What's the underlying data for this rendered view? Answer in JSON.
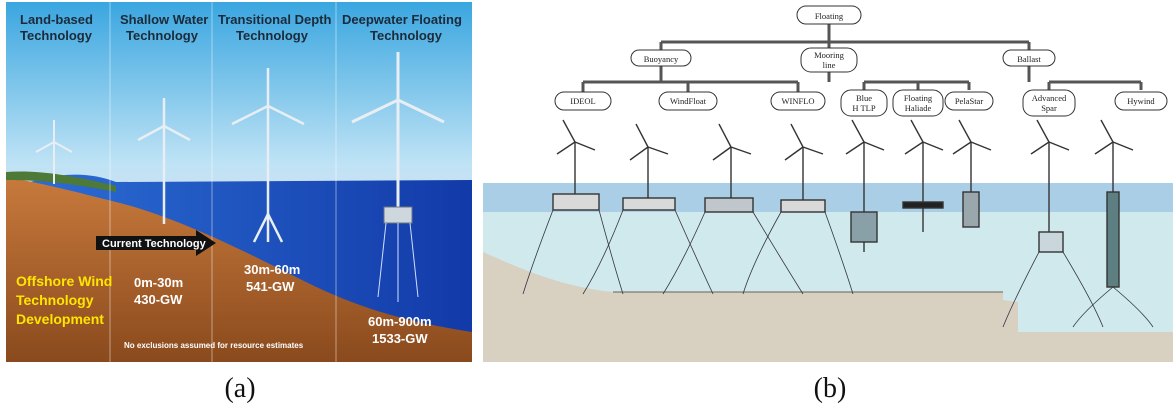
{
  "panel_a": {
    "headers": [
      [
        "Land-based",
        "Technology"
      ],
      [
        "Shallow Water",
        "Technology"
      ],
      [
        "Transitional Depth",
        "Technology"
      ],
      [
        "Deepwater Floating",
        "Technology"
      ]
    ],
    "current_technology": "Current Technology",
    "offshore_title": [
      "Offshore Wind",
      "Technology",
      "Development"
    ],
    "shallow_stats": [
      "0m-30m",
      "430-GW"
    ],
    "transitional_stats": [
      "30m-60m",
      "541-GW"
    ],
    "deep_stats": [
      "60m-900m",
      "1533-GW"
    ],
    "note": "No exclusions assumed for resource estimates"
  },
  "panel_b": {
    "root": "Floating",
    "categories": [
      {
        "label": [
          "Buoyancy"
        ],
        "children": [
          [
            "IDEOL"
          ],
          [
            "WindFloat"
          ],
          [
            "WINFLO"
          ]
        ]
      },
      {
        "label": [
          "Mooring",
          "line"
        ],
        "children": [
          [
            "Blue",
            "H TLP"
          ],
          [
            "Floating",
            "Haliade"
          ],
          [
            "PelaStar"
          ]
        ]
      },
      {
        "label": [
          "Ballast"
        ],
        "children": [
          [
            "Advanced",
            "Spar"
          ],
          [
            "Hywind"
          ]
        ]
      }
    ]
  },
  "captions": {
    "a": "(a)",
    "b": "(b)"
  }
}
